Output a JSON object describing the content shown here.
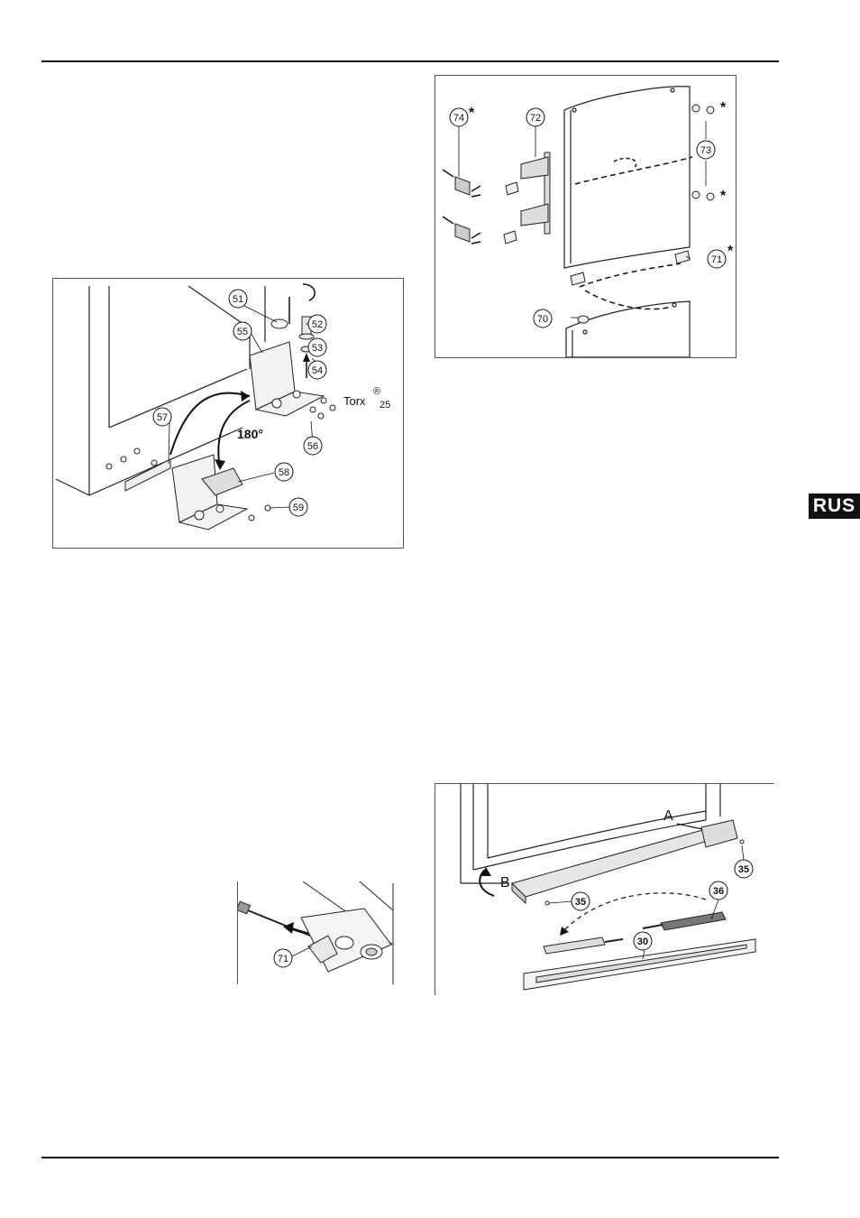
{
  "header_rule": true,
  "language_badge": "RUS",
  "figure_hinge": {
    "callouts": [
      "51",
      "52",
      "53",
      "54",
      "55",
      "56",
      "57",
      "58",
      "59"
    ],
    "rotation_label": "180°",
    "tool_label": "Torx",
    "tool_mark": "®",
    "tool_size": "25"
  },
  "figure_door": {
    "callouts": [
      "70",
      "71",
      "72",
      "73",
      "74"
    ],
    "asterisk": "*"
  },
  "figure_latch": {
    "callouts": [
      "71"
    ]
  },
  "figure_base": {
    "callouts": [
      "30",
      "35",
      "35",
      "36"
    ],
    "letter_a": "A",
    "letter_b": "B"
  }
}
